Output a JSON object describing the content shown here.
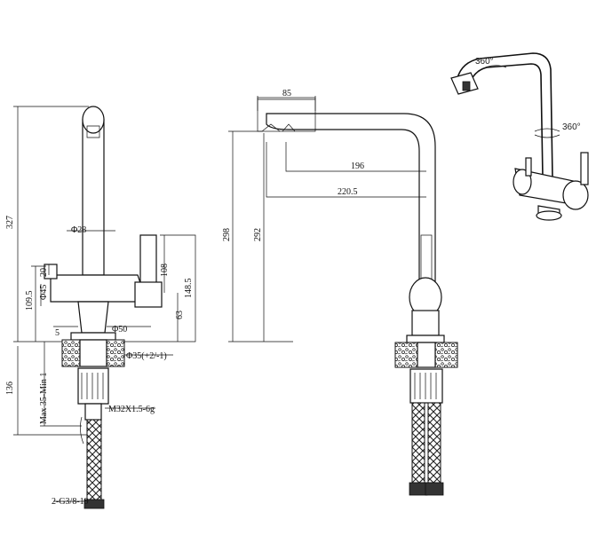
{
  "dimensions": {
    "d85": "85",
    "d327": "327",
    "d298": "298",
    "d292": "292",
    "d196": "196",
    "d220_5": "220.5",
    "d28": "Φ28",
    "d20": "20",
    "d108": "108",
    "d109_5": "109.5",
    "d45": "Φ45",
    "d148_5": "148.5",
    "d63": "63",
    "d5": "5",
    "d50": "Φ50",
    "d35": "Φ35(+2/-1)",
    "d136": "136",
    "max35": "Max 35-Min 1",
    "m32": "M32X1.5-6g",
    "g38": "2-G3/8-19"
  },
  "rotation": {
    "top": "360°",
    "mid": "360°"
  }
}
